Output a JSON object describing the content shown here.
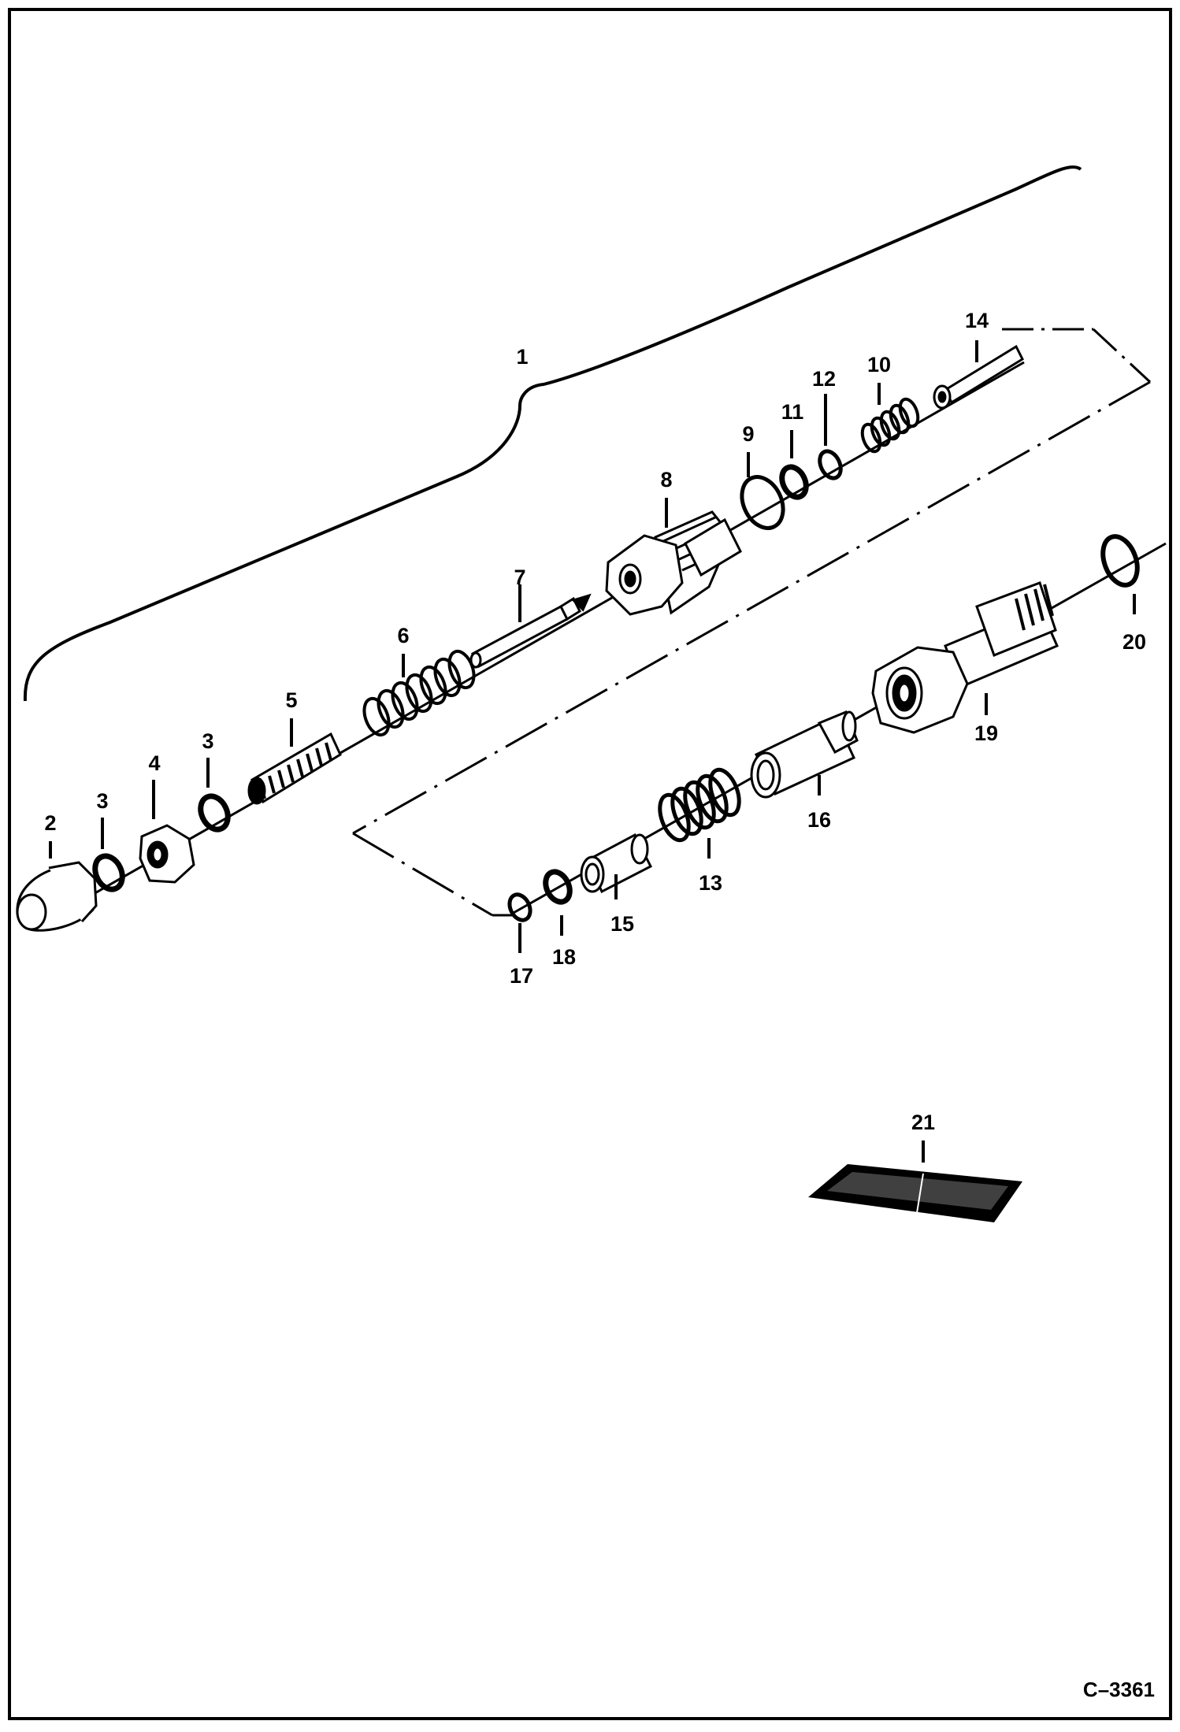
{
  "figure": {
    "code": "C–3361",
    "callouts": {
      "c1": "1",
      "c2": "2",
      "c3a": "3",
      "c3b": "3",
      "c4": "4",
      "c5": "5",
      "c6": "6",
      "c7": "7",
      "c8": "8",
      "c9": "9",
      "c10": "10",
      "c11": "11",
      "c12": "12",
      "c13": "13",
      "c14": "14",
      "c15": "15",
      "c16": "16",
      "c17": "17",
      "c18": "18",
      "c19": "19",
      "c20": "20",
      "c21": "21"
    }
  }
}
